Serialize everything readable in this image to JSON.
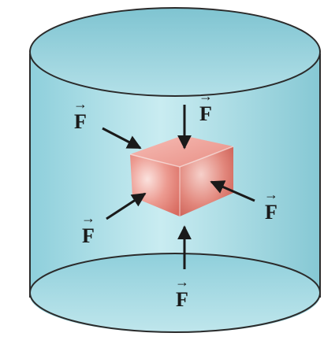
{
  "diagram": {
    "force_symbol": "F",
    "vector_mark": "→",
    "forces": [
      {
        "id": "upper-left",
        "label": "F"
      },
      {
        "id": "top",
        "label": "F"
      },
      {
        "id": "right",
        "label": "F"
      },
      {
        "id": "lower-left",
        "label": "F"
      },
      {
        "id": "bottom",
        "label": "F"
      }
    ],
    "colors": {
      "fluid": "#a9dbe4",
      "fluid_dark": "#7cc2cf",
      "cylinder_edge": "#2b2b2b",
      "cube_front": "#e98a80",
      "cube_side": "#d9685e",
      "cube_top": "#f2aaa2",
      "arrow": "#1a1a1a"
    }
  }
}
